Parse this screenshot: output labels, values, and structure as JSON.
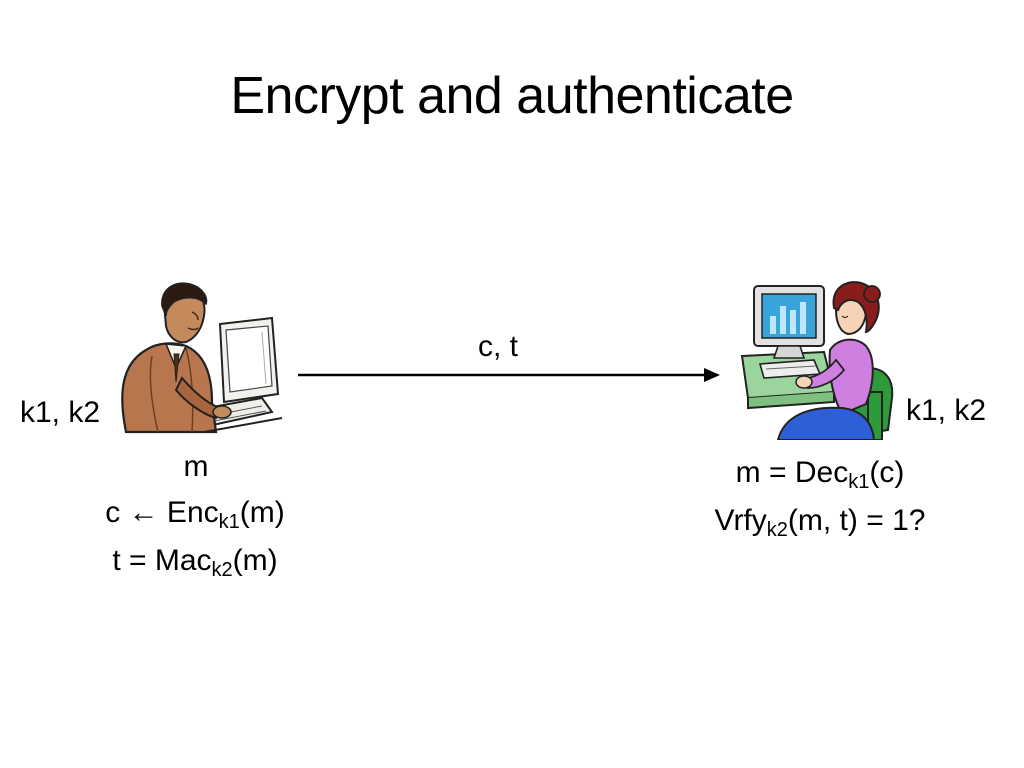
{
  "slide": {
    "title": "Encrypt and authenticate"
  },
  "channel": {
    "label": "c, t"
  },
  "sender": {
    "keys": "k1, k2",
    "message": "m",
    "enc_prefix": "c ",
    "enc_arrow": "←",
    "enc_func": " Enc",
    "enc_sub": "k1",
    "enc_arg": "(m)",
    "mac_func": "t = Mac",
    "mac_sub": "k2",
    "mac_arg": "(m)"
  },
  "receiver": {
    "keys": "k1, k2",
    "dec_func": "m = Dec",
    "dec_sub": "k1",
    "dec_arg": "(c)",
    "vrfy_func": "Vrfy",
    "vrfy_sub": "k2",
    "vrfy_arg": "(m, t) = 1?"
  },
  "colors": {
    "sender_jacket": "#b8764f",
    "sender_skin": "#c58a5c",
    "receiver_shirt": "#cf7fe0",
    "receiver_hair": "#8b1c1c",
    "receiver_chair": "#2e9a3c",
    "receiver_desk": "#9bd49c",
    "receiver_screen": "#3aa3d8"
  },
  "icons": {
    "sender": "man-at-computer-icon",
    "receiver": "woman-at-computer-icon",
    "arrow": "arrow-right-icon"
  }
}
